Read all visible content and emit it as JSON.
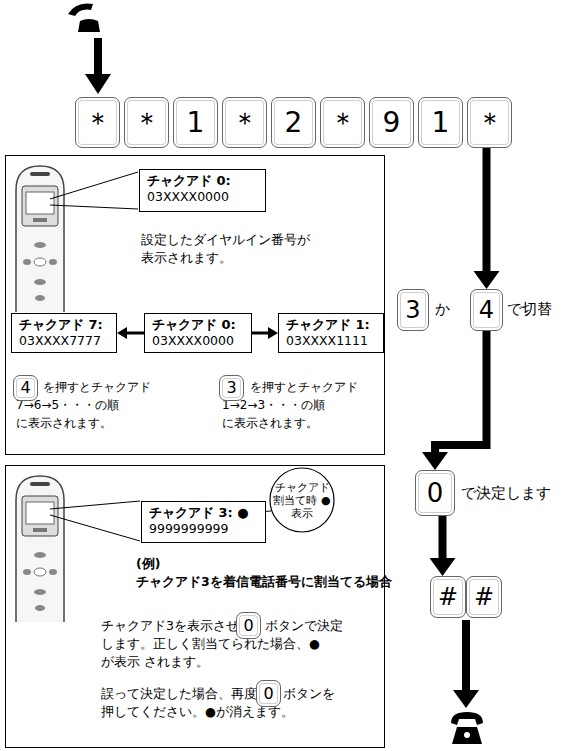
{
  "diagram": {
    "nodes": [
      {
        "text": [
          "＊"
        ]
      },
      {
        "text": [
          "＊"
        ]
      },
      {
        "text": [
          "1"
        ]
      },
      {
        "text": [
          "＊"
        ]
      },
      {
        "text": [
          "2"
        ]
      },
      {
        "text": [
          "＊"
        ]
      },
      {
        "text": [
          "9"
        ]
      },
      {
        "text": [
          "1"
        ]
      },
      {
        "text": [
          "＊"
        ]
      },
      {
        "text": [
          "設定したダイヤルイン番号が 表示されます。",
          "を押すとチャクアド 7→6→5・・・の順 に表示されます。",
          "を押すとチャクアド 1→2→3・・・の順 に表示されます。"
        ]
      },
      {
        "text": [
          "チャクアド 0:",
          "03XXXX0000"
        ],
        "in": 9
      },
      {
        "text": [
          "チャクアド 7:",
          "03XXXX7777"
        ],
        "in": 9
      },
      {
        "text": [
          "チャクアド 0:",
          "03XXXX0000"
        ],
        "in": 9
      },
      {
        "text": [
          "チャクアド 1:",
          "03XXXX1111"
        ],
        "in": 9
      },
      {
        "text": [
          "4"
        ],
        "in": 9
      },
      {
        "text": [
          "3"
        ],
        "in": 9
      },
      {
        "text": [
          "(例) チャクアド3を着信電話番号に割当てる場合",
          "チャクアド3を表示させ",
          "ボタンで決定 します。正しく割当てられた場合、●が表示 されます。",
          "誤って決定した場合、再度",
          "ボタンを 押してください。●が消えます。"
        ]
      },
      {
        "text": [
          "チャクアド 3: ●",
          "9999999999"
        ],
        "in": 16
      },
      {
        "text": [
          "チャクアド 割当て時 ●表示"
        ],
        "in": 16
      },
      {
        "text": [
          "0"
        ],
        "in": 16
      },
      {
        "text": [
          "0"
        ],
        "in": 16
      },
      {
        "text": [
          "3"
        ]
      },
      {
        "text": [
          "4"
        ]
      },
      {
        "text": [
          "0"
        ]
      },
      {
        "text": [
          "#"
        ]
      },
      {
        "text": [
          "#"
        ]
      }
    ],
    "edges": [
      {
        "from": 12,
        "to": 11,
        "arrow": "to"
      },
      {
        "from": 12,
        "to": 13,
        "arrow": "to"
      },
      {
        "from": 8,
        "to": 22,
        "arrow": "to"
      },
      {
        "from": 22,
        "to": 23,
        "arrow": "to"
      },
      {
        "from": 23,
        "to": 24,
        "arrow": "to"
      }
    ],
    "labels": [
      "か",
      "で切替",
      "で決定します"
    ]
  }
}
